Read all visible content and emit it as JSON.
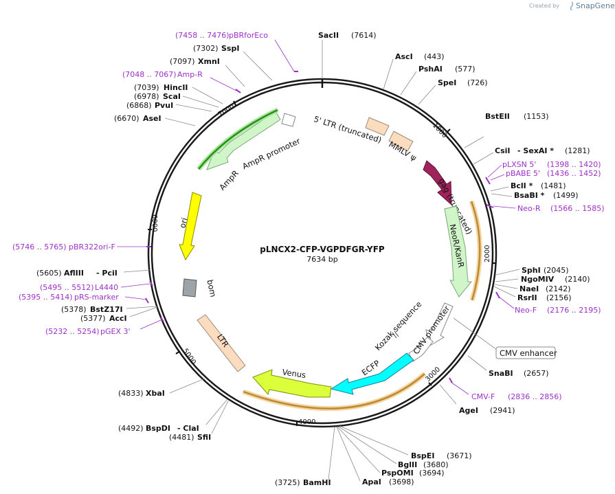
{
  "brand": {
    "created_by": "Created by",
    "name": "SnapGene"
  },
  "plasmid": {
    "name": "pLNCX2-CFP-VGPDFGR-YFP",
    "size_label": "7634 bp",
    "length": 7634
  },
  "ticks": [
    "1000",
    "2000",
    "3000",
    "4000",
    "5000",
    "6000",
    "7000"
  ],
  "features": [
    {
      "name": "5' LTR (truncated)",
      "color": "#fbdcbf"
    },
    {
      "name": "MMLV ψ",
      "color": "#fbdcbf"
    },
    {
      "name": "gag (truncated)",
      "color": "#a0245c"
    },
    {
      "name": "NeoR/KanR",
      "color": "#cff5c8"
    },
    {
      "name": "CMV enhancer",
      "color": "#ffffff"
    },
    {
      "name": "CMV promoter",
      "color": "#ffffff"
    },
    {
      "name": "Kozak sequence",
      "color": "#ffffff"
    },
    {
      "name": "ECFP",
      "color": "#00ffff"
    },
    {
      "name": "Venus",
      "color": "#dbff3a"
    },
    {
      "name": "LTR",
      "color": "#fbdcbf"
    },
    {
      "name": "bom",
      "color": "#9ea3a8"
    },
    {
      "name": "ori",
      "color": "#ffff00"
    },
    {
      "name": "AmpR",
      "color": "#cff5c8"
    },
    {
      "name": "AmpR promoter",
      "color": "#ffffff"
    }
  ],
  "sites": [
    {
      "name": "SacII",
      "pos": "(7614)"
    },
    {
      "name": "AscI",
      "pos": "(443)"
    },
    {
      "name": "PshAI",
      "pos": "(577)"
    },
    {
      "name": "SpeI",
      "pos": "(726)"
    },
    {
      "name": "BstEII",
      "pos": "(1153)"
    },
    {
      "name": "CsiI",
      "pos": ""
    },
    {
      "name": "- SexAI *",
      "pos": "(1281)"
    },
    {
      "name": "BclI *",
      "pos": "(1481)"
    },
    {
      "name": "BsaBI *",
      "pos": "(1499)"
    },
    {
      "name": "SphI",
      "pos": "(2045)"
    },
    {
      "name": "NgoMIV",
      "pos": "(2140)"
    },
    {
      "name": "NaeI",
      "pos": "(2142)"
    },
    {
      "name": "RsrII",
      "pos": "(2156)"
    },
    {
      "name": "SnaBI",
      "pos": "(2657)"
    },
    {
      "name": "AgeI",
      "pos": "(2941)"
    },
    {
      "name": "BspEI",
      "pos": "(3671)"
    },
    {
      "name": "BglII",
      "pos": "(3680)"
    },
    {
      "name": "PspOMI",
      "pos": "(3694)"
    },
    {
      "name": "ApaI",
      "pos": "(3698)"
    },
    {
      "name": "BamHI",
      "pos": "(3725)"
    },
    {
      "name": "SfiI",
      "pos": "(4481)"
    },
    {
      "name": "BspDI",
      "pos": "(4492)"
    },
    {
      "name": "- ClaI",
      "pos": ""
    },
    {
      "name": "XbaI",
      "pos": "(4833)"
    },
    {
      "name": "AccI",
      "pos": "(5377)"
    },
    {
      "name": "BstZ17I",
      "pos": "(5378)"
    },
    {
      "name": "AflIII",
      "pos": "(5605)"
    },
    {
      "name": "- PciI",
      "pos": ""
    },
    {
      "name": "AseI",
      "pos": "(6670)"
    },
    {
      "name": "PvuI",
      "pos": "(6868)"
    },
    {
      "name": "ScaI",
      "pos": "(6978)"
    },
    {
      "name": "HincII",
      "pos": "(7039)"
    },
    {
      "name": "XmnI",
      "pos": "(7097)"
    },
    {
      "name": "SspI",
      "pos": "(7302)"
    }
  ],
  "primers": [
    {
      "name": "pBRforEco",
      "range": "(7458 .. 7476)"
    },
    {
      "name": "Amp-R",
      "range": "(7048 .. 7067)"
    },
    {
      "name": "pLXSN 5'",
      "range": "(1398 .. 1420)"
    },
    {
      "name": "pBABE 5'",
      "range": "(1436 .. 1452)"
    },
    {
      "name": "Neo-R",
      "range": "(1566 .. 1585)"
    },
    {
      "name": "Neo-F",
      "range": "(2176 .. 2195)"
    },
    {
      "name": "CMV-F",
      "range": "(2836 .. 2856)"
    },
    {
      "name": "pBR322ori-F",
      "range": "(5746 .. 5765)"
    },
    {
      "name": "L4440",
      "range": "(5495 .. 5512)"
    },
    {
      "name": "pRS-marker",
      "range": "(5395 .. 5414)"
    },
    {
      "name": "pGEX 3'",
      "range": "(5232 .. 5254)"
    }
  ],
  "colors": {
    "primer": "#9b30c8",
    "orf_orange": "#f5a623",
    "orf_green": "#2c8c1c",
    "backbone": "#1a1a1a"
  }
}
